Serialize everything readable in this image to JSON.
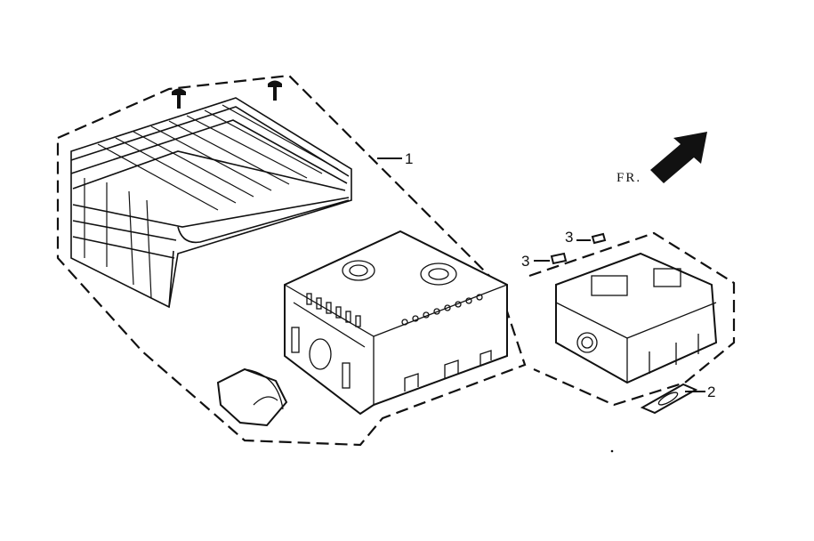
{
  "direction_label": "FR.",
  "callouts": [
    {
      "id": "1",
      "text": "1"
    },
    {
      "id": "2",
      "text": "2"
    },
    {
      "id": "3a",
      "text": "3"
    },
    {
      "id": "3b",
      "text": "3"
    }
  ],
  "icons": [
    "front-direction-arrow-icon"
  ],
  "colors": {
    "ink": "#111111",
    "background": "#ffffff"
  }
}
